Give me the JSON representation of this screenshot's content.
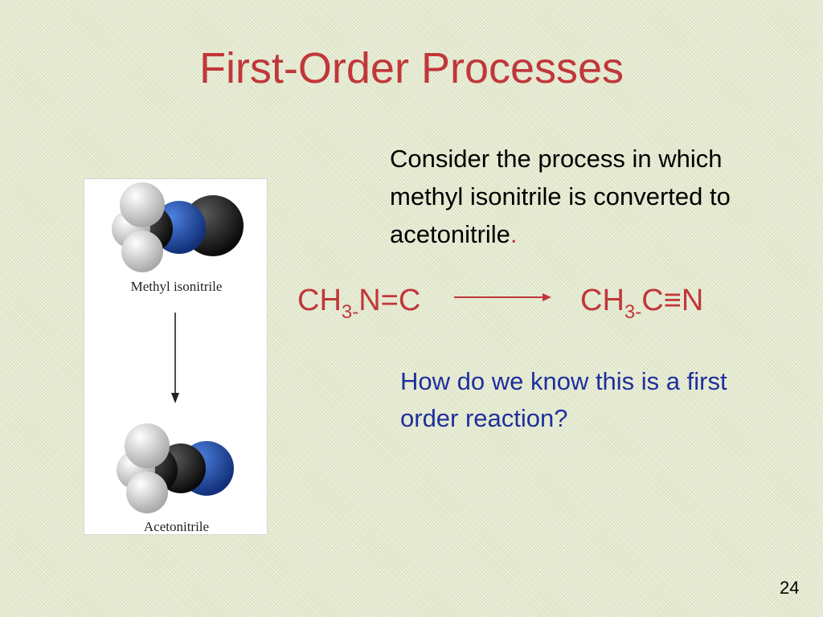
{
  "slide": {
    "title": "First-Order Processes",
    "intro_text": "Consider the process in which methyl isonitrile is converted to acetonitrile",
    "intro_period": ".",
    "question": "How do we know this is a first order reaction?",
    "page_number": "24"
  },
  "equation": {
    "reactant": {
      "prefix": "CH",
      "subscript": "3-",
      "suffix": "N=C"
    },
    "product": {
      "prefix": "CH",
      "subscript": "3-",
      "suffix": "C≡N"
    },
    "arrow_icon": "right-arrow-icon"
  },
  "figure": {
    "top_label": "Methyl isonitrile",
    "bottom_label": "Acetonitrile",
    "arrow_icon": "down-arrow-icon"
  },
  "colors": {
    "title": "#c0373a",
    "question": "#1f2f9c",
    "background": "#e3e9cc",
    "nitrogen": "#1f4fb8",
    "carbon": "#1c1c1c",
    "hydrogen": "#e8e8e8"
  }
}
